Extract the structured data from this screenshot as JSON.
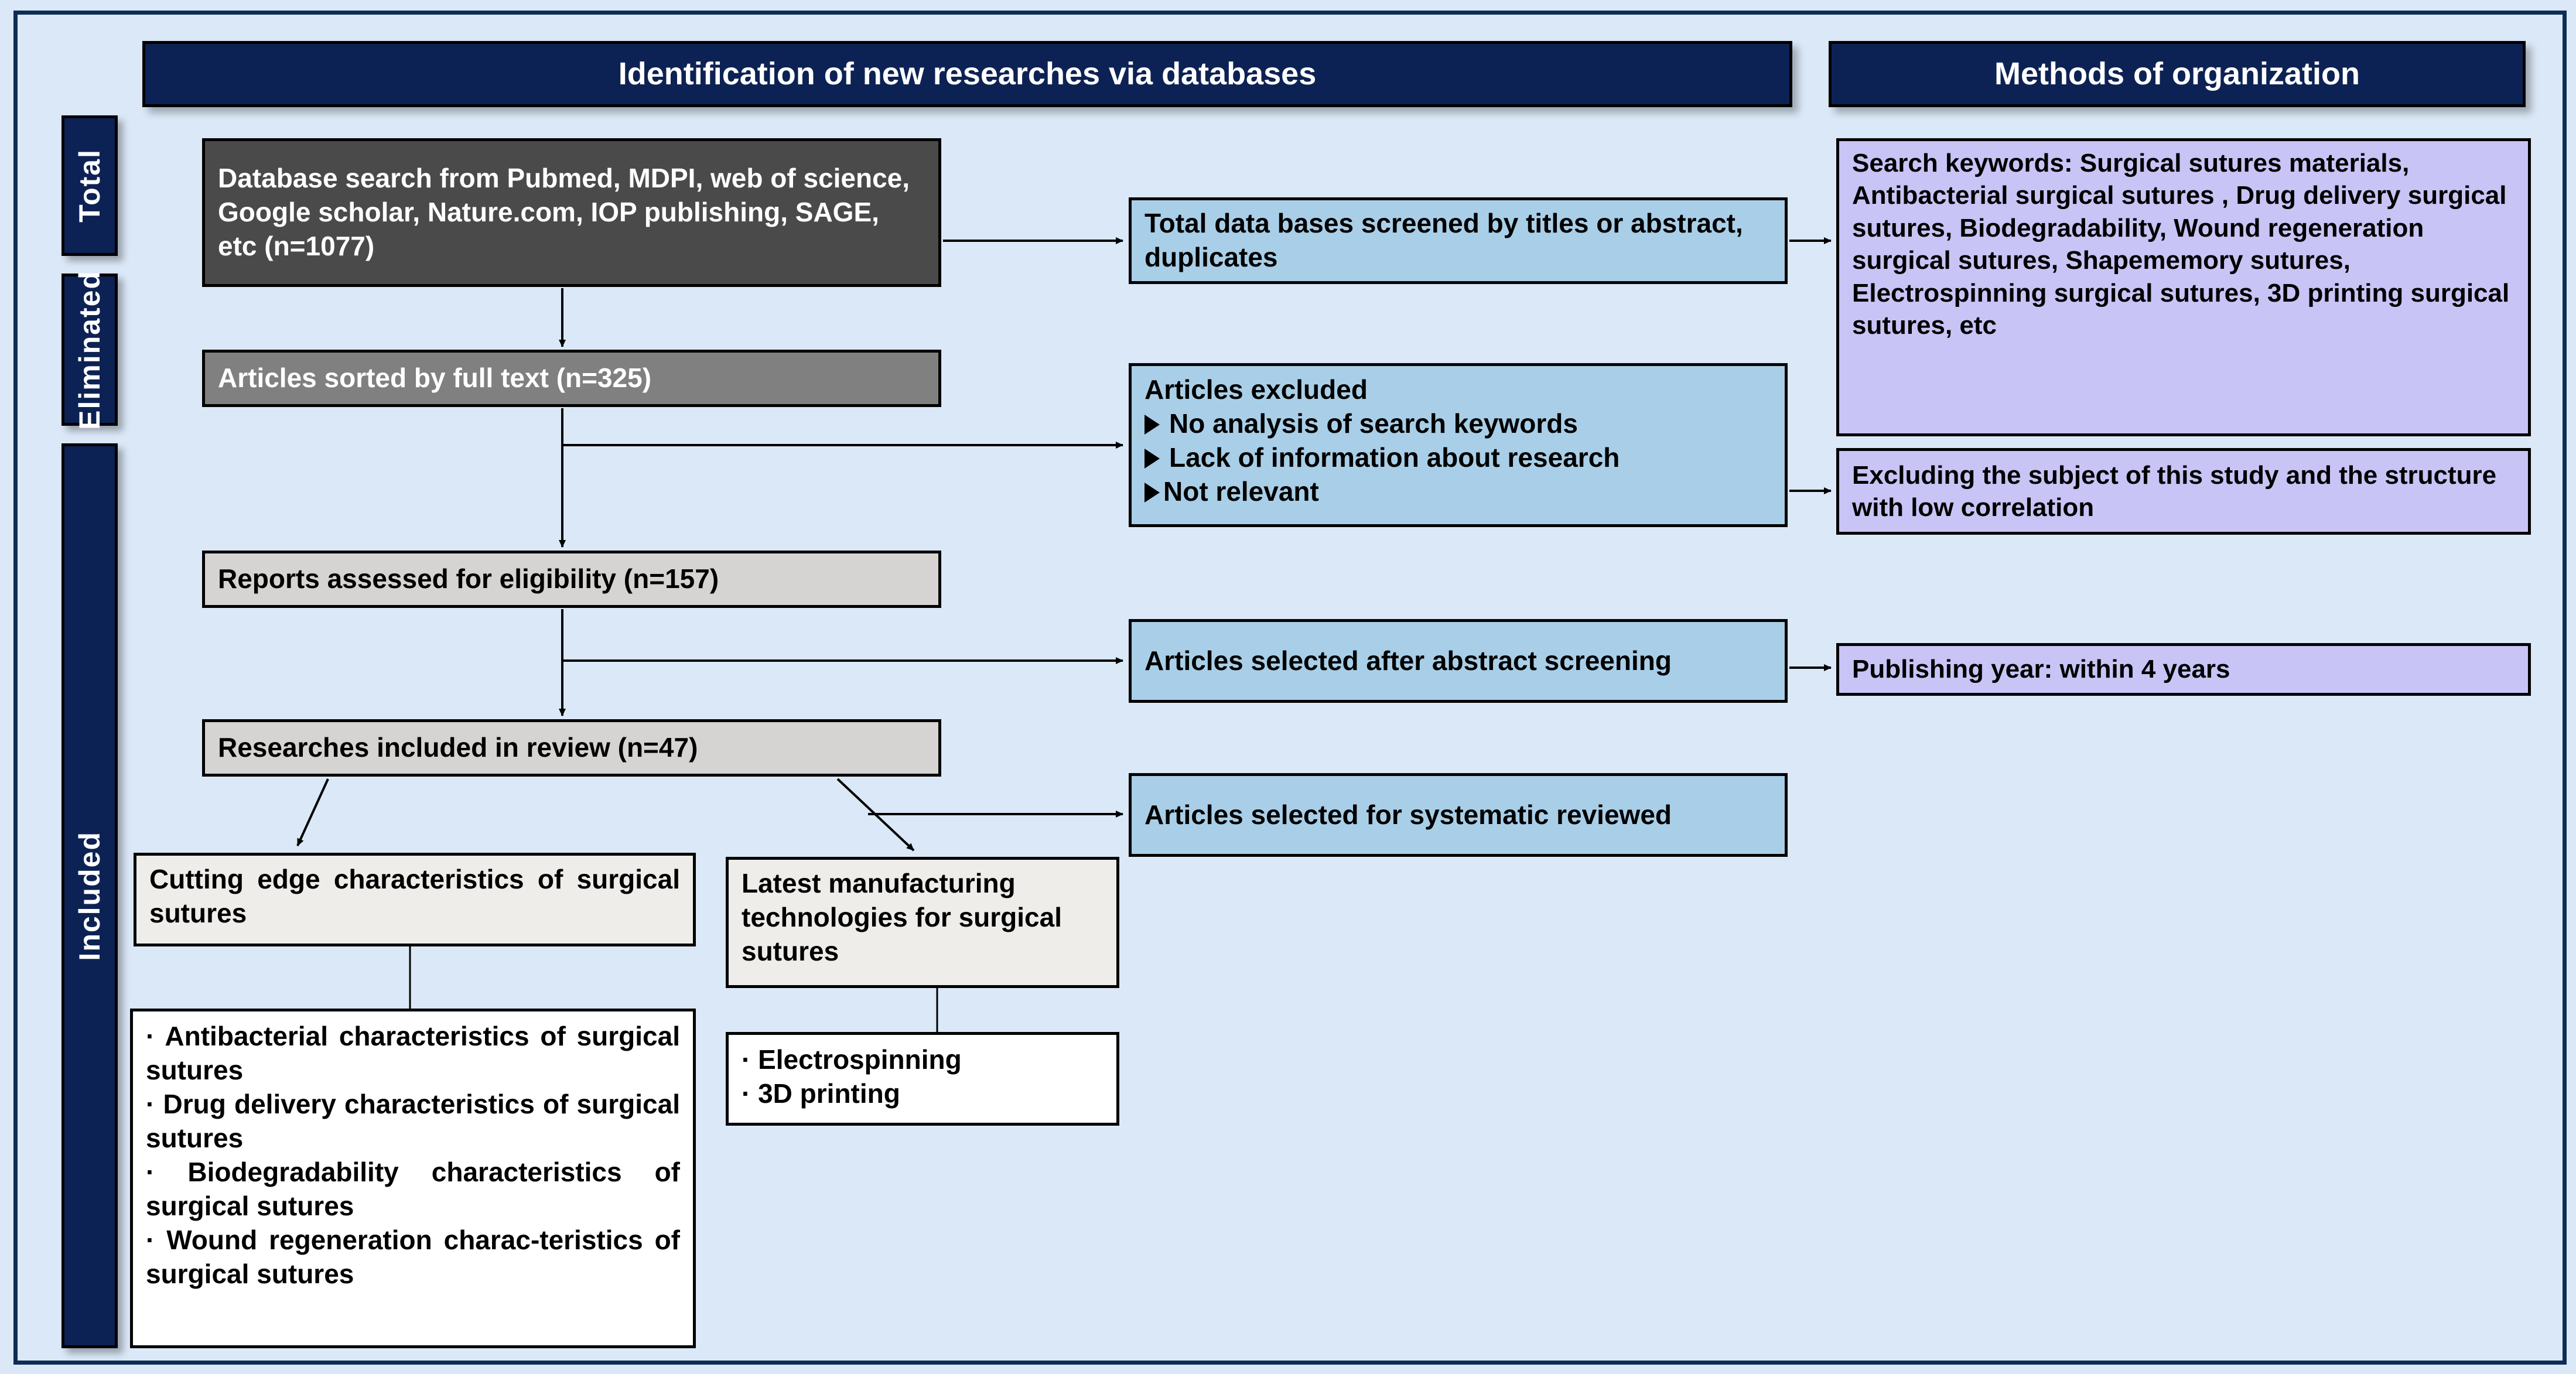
{
  "headers": {
    "left": "Identification of new researches via databases",
    "right": "Methods of organization"
  },
  "stages": [
    {
      "label": "Total"
    },
    {
      "label": "Eliminated"
    },
    {
      "label": "Included"
    }
  ],
  "flow": {
    "database_search": "Database search from Pubmed, MDPI, web of science, Google scholar, Nature.com, IOP publishing, SAGE, etc (n=1077)",
    "sorted_full_text": "Articles sorted by full text (n=325)",
    "reports_eligibility": "Reports assessed for eligibility (n=157)",
    "included_review": "Researches included in review (n=47)"
  },
  "screening": {
    "databases_screened": "Total data bases screened by titles or abstract, duplicates",
    "excluded_title": "Articles excluded",
    "excluded_items": [
      "No analysis of search keywords",
      "Lack of information about research",
      "Not relevant"
    ],
    "after_abstract": "Articles selected after abstract screening",
    "systematic_review": "Articles selected for systematic reviewed"
  },
  "methods": {
    "search_keywords": "Search keywords: Surgical sutures materials, Antibacterial surgical sutures , Drug delivery surgical sutures, Biodegradability, Wound regeneration surgical sutures,  Shapememory sutures, Electrospinning surgical sutures, 3D printing surgical sutures, etc",
    "excluding_subject": "Excluding the subject of this study and the structure with low correlation",
    "publishing_year": "Publishing year: within 4 years"
  },
  "outcomes": {
    "cutting_edge_title": "Cutting edge characteristics of surgical sutures",
    "cutting_edge_items": [
      "·  Antibacterial characteristics of surgical sutures",
      "·  Drug delivery characteristics of surgical sutures",
      "·  Biodegradability characteristics of surgical sutures",
      "·  Wound regeneration charac-teristics of surgical sutures"
    ],
    "cutting_edge_body": "·  Antibacterial characteristics of surgical sutures\n·  Drug delivery characteristics of surgical sutures\n·  Biodegradability characteristics of surgical sutures\n·  Wound regeneration charac-teristics of surgical sutures",
    "manufacturing_title": "Latest manufacturing technologies for surgical sutures",
    "manufacturing_items": [
      "· Electrospinning",
      "· 3D printing"
    ],
    "manufacturing_body": "· Electrospinning\n· 3D printing"
  },
  "colors": {
    "background": "#dbe8f7",
    "navy": "#0d2254",
    "frame": "#0d2d55",
    "dark_grey": "#4a4a4a",
    "mid_grey": "#808080",
    "light_grey": "#d6d4d2",
    "pale_grey": "#eeedea",
    "light_blue": "#a9cfe8",
    "purple": "#c8c4f5",
    "white": "#ffffff",
    "black": "#000000"
  }
}
